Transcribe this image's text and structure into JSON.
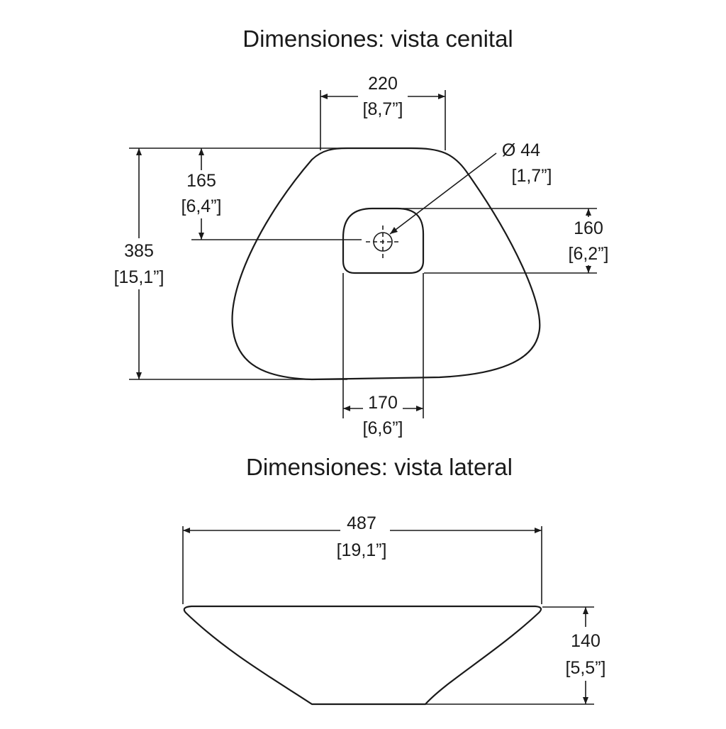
{
  "top_view": {
    "title": "Dimensiones: vista cenital",
    "dims": {
      "width_top": {
        "mm": "220",
        "in": "[8,7”]"
      },
      "drain_diameter": {
        "mm": "Ø 44",
        "in": "[1,7”]"
      },
      "drain_offset": {
        "mm": "165",
        "in": "[6,4”]"
      },
      "total_depth": {
        "mm": "385",
        "in": "[15,1”]"
      },
      "basin_depth": {
        "mm": "160",
        "in": "[6,2”]"
      },
      "basin_width": {
        "mm": "170",
        "in": "[6,6”]"
      }
    }
  },
  "side_view": {
    "title": "Dimensiones: vista lateral",
    "dims": {
      "total_width": {
        "mm": "487",
        "in": "[19,1”]"
      },
      "height": {
        "mm": "140",
        "in": "[5,5”]"
      }
    }
  }
}
